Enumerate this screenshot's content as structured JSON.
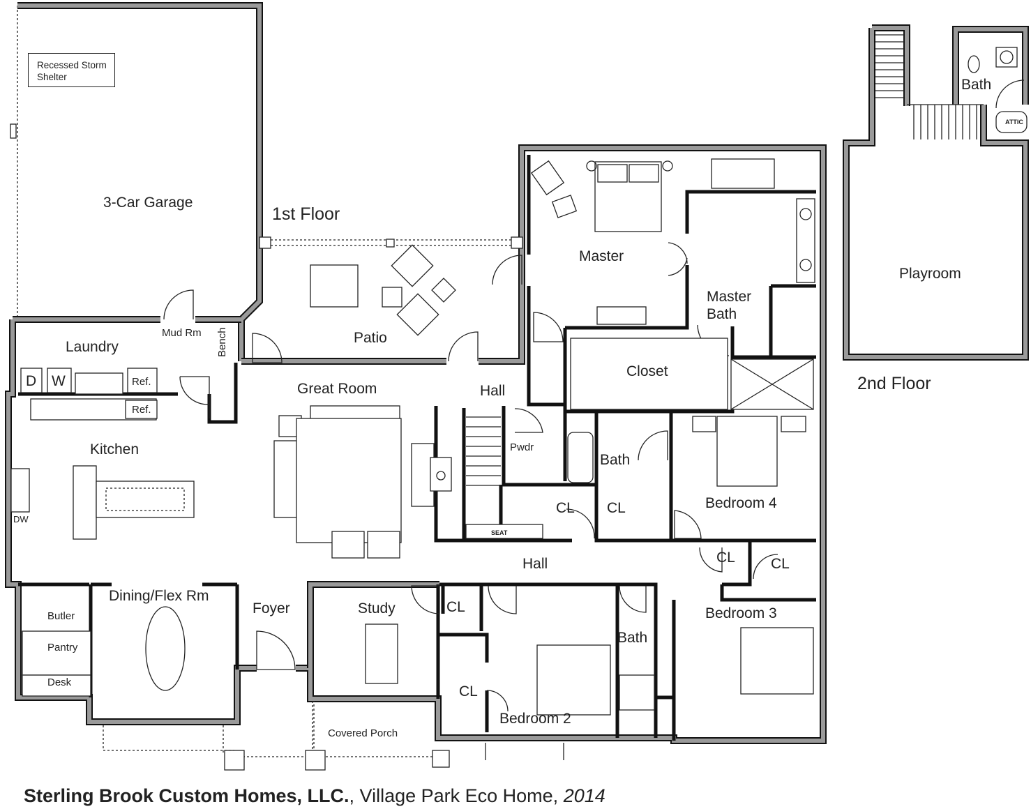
{
  "plan": {
    "floor1_label": "1st Floor",
    "floor2_label": "2nd Floor",
    "storm_shelter": "Recessed Storm Shelter",
    "rooms": {
      "garage": "3-Car Garage",
      "patio": "Patio",
      "master": "Master",
      "master_bath_1": "Master",
      "master_bath_2": "Bath",
      "closet": "Closet",
      "laundry": "Laundry",
      "mud_rm": "Mud Rm",
      "bench": "Bench",
      "great_room": "Great Room",
      "hall_upper": "Hall",
      "hall_lower": "Hall",
      "pwdr": "Pwdr",
      "seat": "SEAT",
      "kitchen": "Kitchen",
      "bath_upper": "Bath",
      "bath_lower": "Bath",
      "cl_stair": "CL",
      "cl_bath": "CL",
      "bedroom4": "Bedroom 4",
      "cl_b4": "CL",
      "cl_b3": "CL",
      "bedroom3": "Bedroom 3",
      "dining": "Dining/Flex Rm",
      "foyer": "Foyer",
      "study": "Study",
      "cl_study": "CL",
      "cl_b2": "CL",
      "bedroom2": "Bedroom 2",
      "butler": "Butler",
      "pantry": "Pantry",
      "desk": "Desk",
      "covered_porch": "Covered Porch",
      "playroom": "Playroom",
      "bath_2nd": "Bath",
      "attic": "ATTIC"
    },
    "appliances": {
      "dryer": "D",
      "washer": "W",
      "ref_laundry": "Ref.",
      "ref_kitchen": "Ref.",
      "dishwasher": "DW"
    }
  },
  "footer": {
    "company": "Sterling Brook Custom Homes, LLC.",
    "project": ", Village Park Eco Home, ",
    "year": "2014"
  }
}
